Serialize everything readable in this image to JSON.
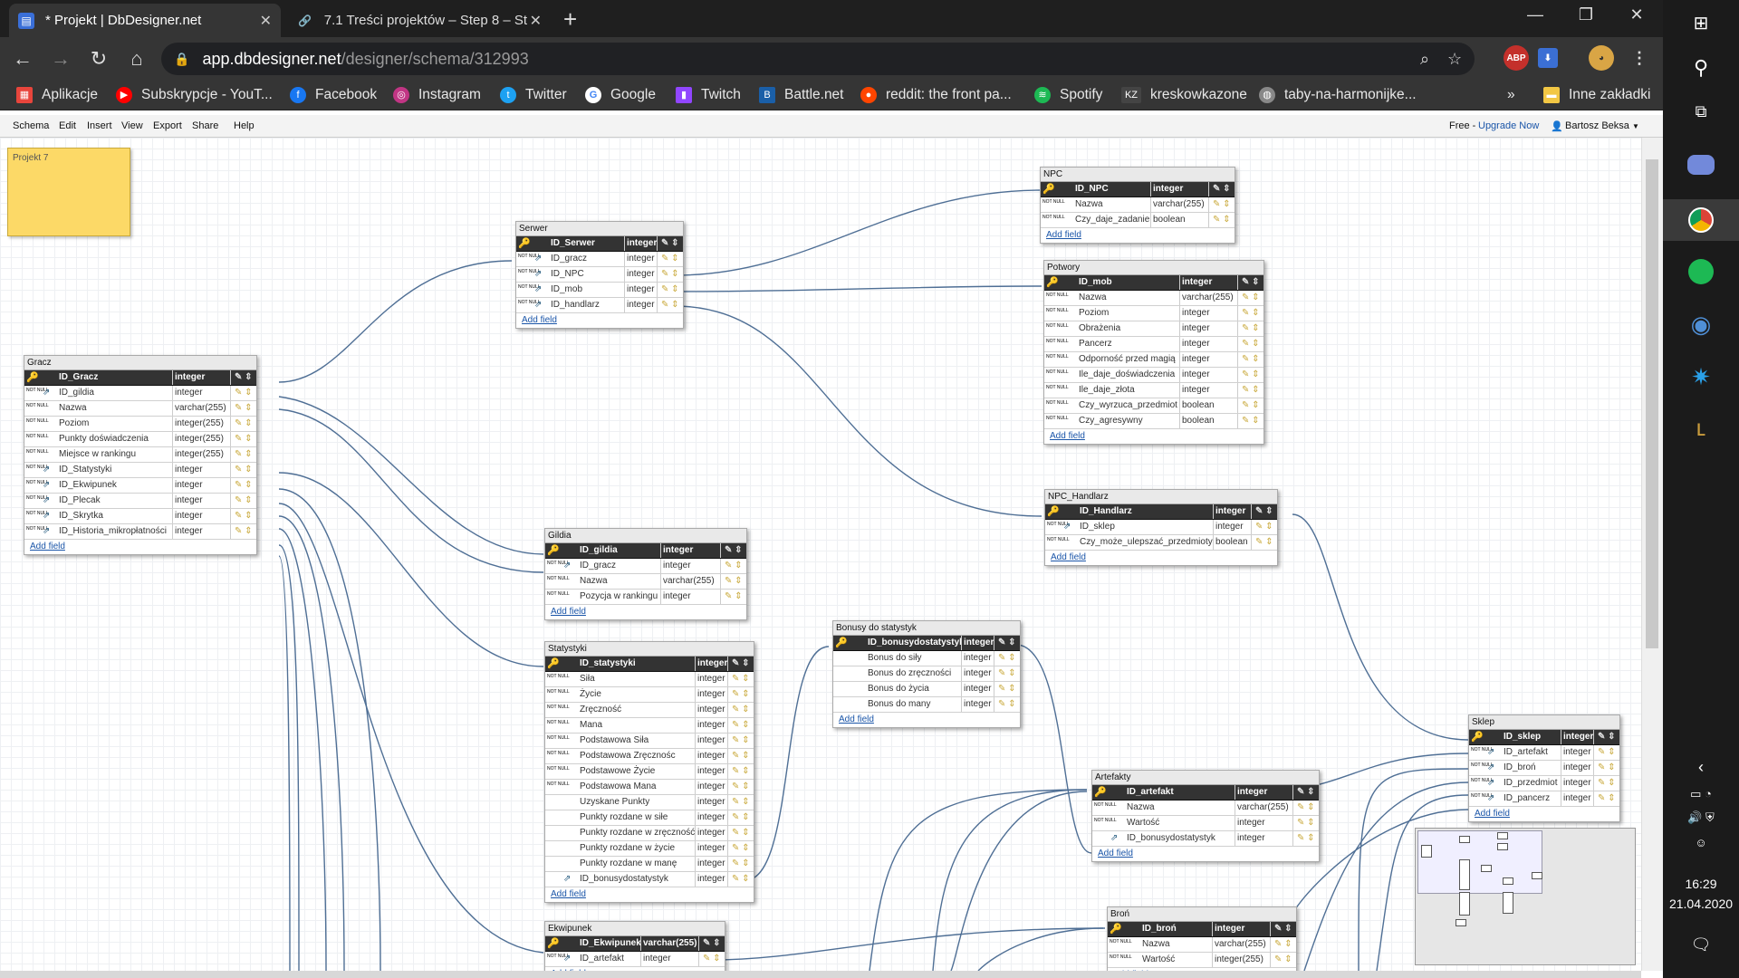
{
  "browser": {
    "tabs": [
      {
        "title": "* Projekt | DbDesigner.net",
        "close": "✕"
      },
      {
        "title": "7.1 Treści projektów – Step 8 – St",
        "close": "✕"
      }
    ],
    "newtab": "+",
    "window_controls": {
      "minimize": "—",
      "maximize": "❐",
      "close": "✕"
    },
    "url_host": "app.dbdesigner.net",
    "url_path": "/designer/schema/312993",
    "bookmarks": [
      {
        "label": "Aplikacje",
        "color": "#e8453c"
      },
      {
        "label": "Subskrypcje - YouT...",
        "color": "#ff0000"
      },
      {
        "label": "Facebook",
        "color": "#1877f2"
      },
      {
        "label": "Instagram",
        "color": "#c13584"
      },
      {
        "label": "Twitter",
        "color": "#1da1f2"
      },
      {
        "label": "Google",
        "color": "#4285f4"
      },
      {
        "label": "Twitch",
        "color": "#9146ff"
      },
      {
        "label": "Battle.net",
        "color": "#1a5fa8"
      },
      {
        "label": "reddit: the front pa...",
        "color": "#ff4500"
      },
      {
        "label": "Spotify",
        "color": "#1db954"
      },
      {
        "label": "kreskowkazone",
        "color": "#444444"
      },
      {
        "label": "taby-na-harmonijke...",
        "color": "#888888"
      }
    ],
    "bookmarks_more": "»",
    "other_bookmarks": "Inne zakładki"
  },
  "app": {
    "menu": [
      "Schema",
      "Edit",
      "Insert",
      "View",
      "Export",
      "Share",
      "Help"
    ],
    "plan_free": "Free -",
    "upgrade": "Upgrade Now",
    "user": "Bartosz Beksa",
    "note": "Projekt 7",
    "add_field": "Add field",
    "notnull": "NOT NULL"
  },
  "tables": {
    "serwer": {
      "title": "Serwer",
      "rows": [
        {
          "name": "ID_Serwer",
          "type": "integer",
          "pk": true
        },
        {
          "name": "ID_gracz",
          "type": "integer",
          "fk": true
        },
        {
          "name": "ID_NPC",
          "type": "integer",
          "fk": true
        },
        {
          "name": "ID_mob",
          "type": "integer",
          "fk": true
        },
        {
          "name": "ID_handlarz",
          "type": "integer",
          "fk": true
        }
      ]
    },
    "npc": {
      "title": "NPC",
      "rows": [
        {
          "name": "ID_NPC",
          "type": "integer",
          "pk": true
        },
        {
          "name": "Nazwa",
          "type": "varchar(255)"
        },
        {
          "name": "Czy_daje_zadanie",
          "type": "boolean"
        }
      ]
    },
    "potwory": {
      "title": "Potwory",
      "rows": [
        {
          "name": "ID_mob",
          "type": "integer",
          "pk": true
        },
        {
          "name": "Nazwa",
          "type": "varchar(255)"
        },
        {
          "name": "Poziom",
          "type": "integer"
        },
        {
          "name": "Obrażenia",
          "type": "integer"
        },
        {
          "name": "Pancerz",
          "type": "integer"
        },
        {
          "name": "Odporność przed magią",
          "type": "integer"
        },
        {
          "name": "Ile_daje_doświadczenia",
          "type": "integer"
        },
        {
          "name": "Ile_daje_złota",
          "type": "integer"
        },
        {
          "name": "Czy_wyrzuca_przedmiot",
          "type": "boolean"
        },
        {
          "name": "Czy_agresywny",
          "type": "boolean"
        }
      ]
    },
    "gracz": {
      "title": "Gracz",
      "rows": [
        {
          "name": "ID_Gracz",
          "type": "integer",
          "pk": true
        },
        {
          "name": "ID_gildia",
          "type": "integer",
          "fk": true
        },
        {
          "name": "Nazwa",
          "type": "varchar(255)"
        },
        {
          "name": "Poziom",
          "type": "integer(255)"
        },
        {
          "name": "Punkty doświadczenia",
          "type": "integer(255)"
        },
        {
          "name": "Miejsce w rankingu",
          "type": "integer(255)"
        },
        {
          "name": "ID_Statystyki",
          "type": "integer",
          "fk": true
        },
        {
          "name": "ID_Ekwipunek",
          "type": "integer",
          "fk": true
        },
        {
          "name": "ID_Plecak",
          "type": "integer",
          "fk": true
        },
        {
          "name": "ID_Skrytka",
          "type": "integer",
          "fk": true
        },
        {
          "name": "ID_Historia_mikropłatności",
          "type": "integer",
          "fk": true
        }
      ]
    },
    "npc_handlarz": {
      "title": "NPC_Handlarz",
      "rows": [
        {
          "name": "ID_Handlarz",
          "type": "integer",
          "pk": true
        },
        {
          "name": "ID_sklep",
          "type": "integer",
          "fk": true
        },
        {
          "name": "Czy_może_ulepszać_przedmioty",
          "type": "boolean"
        }
      ]
    },
    "gildia": {
      "title": "Gildia",
      "rows": [
        {
          "name": "ID_gildia",
          "type": "integer",
          "pk": true
        },
        {
          "name": "ID_gracz",
          "type": "integer",
          "fk": true
        },
        {
          "name": "Nazwa",
          "type": "varchar(255)"
        },
        {
          "name": "Pozycja w rankingu",
          "type": "integer"
        }
      ]
    },
    "statystyki": {
      "title": "Statystyki",
      "rows": [
        {
          "name": "ID_statystyki",
          "type": "integer",
          "pk": true
        },
        {
          "name": "Siła",
          "type": "integer"
        },
        {
          "name": "Życie",
          "type": "integer"
        },
        {
          "name": "Zręczność",
          "type": "integer"
        },
        {
          "name": "Mana",
          "type": "integer"
        },
        {
          "name": "Podstawowa Siła",
          "type": "integer"
        },
        {
          "name": "Podstawowa Zręcznośc",
          "type": "integer"
        },
        {
          "name": "Podstawowe Życie",
          "type": "integer"
        },
        {
          "name": "Podstawowa Mana",
          "type": "integer"
        },
        {
          "name": "Uzyskane Punkty",
          "type": "integer",
          "nullable": true
        },
        {
          "name": "Punkty rozdane w siłe",
          "type": "integer",
          "nullable": true
        },
        {
          "name": "Punkty rozdane w zręczność",
          "type": "integer",
          "nullable": true
        },
        {
          "name": "Punkty rozdane w życie",
          "type": "integer",
          "nullable": true
        },
        {
          "name": "Punkty rozdane w manę",
          "type": "integer",
          "nullable": true
        },
        {
          "name": "ID_bonusydostatystyk",
          "type": "integer",
          "fk": true,
          "nullable": true
        }
      ]
    },
    "bonusy": {
      "title": "Bonusy do statystyk",
      "rows": [
        {
          "name": "ID_bonusydostatystyk",
          "type": "integer",
          "pk": true
        },
        {
          "name": "Bonus do siły",
          "type": "integer",
          "nullable": true
        },
        {
          "name": "Bonus do zręczności",
          "type": "integer",
          "nullable": true
        },
        {
          "name": "Bonus do życia",
          "type": "integer",
          "nullable": true
        },
        {
          "name": "Bonus do many",
          "type": "integer",
          "nullable": true
        }
      ]
    },
    "sklep": {
      "title": "Sklep",
      "rows": [
        {
          "name": "ID_sklep",
          "type": "integer",
          "pk": true
        },
        {
          "name": "ID_artefakt",
          "type": "integer",
          "fk": true
        },
        {
          "name": "ID_broń",
          "type": "integer",
          "fk": true
        },
        {
          "name": "ID_przedmiot",
          "type": "integer",
          "fk": true
        },
        {
          "name": "ID_pancerz",
          "type": "integer",
          "fk": true
        }
      ]
    },
    "artefakty": {
      "title": "Artefakty",
      "rows": [
        {
          "name": "ID_artefakt",
          "type": "integer",
          "pk": true
        },
        {
          "name": "Nazwa",
          "type": "varchar(255)"
        },
        {
          "name": "Wartość",
          "type": "integer"
        },
        {
          "name": "ID_bonusydostatystyk",
          "type": "integer",
          "fk": true,
          "nullable": true
        }
      ]
    },
    "ekwipunek": {
      "title": "Ekwipunek",
      "rows": [
        {
          "name": "ID_Ekwipunek",
          "type": "varchar(255)",
          "pk": true
        },
        {
          "name": "ID_artefakt",
          "type": "integer",
          "fk": true
        }
      ]
    },
    "bron": {
      "title": "Broń",
      "rows": [
        {
          "name": "ID_broń",
          "type": "integer",
          "pk": true
        },
        {
          "name": "Nazwa",
          "type": "varchar(255)"
        },
        {
          "name": "Wartość",
          "type": "integer(255)"
        }
      ]
    }
  },
  "taskbar": {
    "time": "16:29",
    "date": "21.04.2020"
  }
}
